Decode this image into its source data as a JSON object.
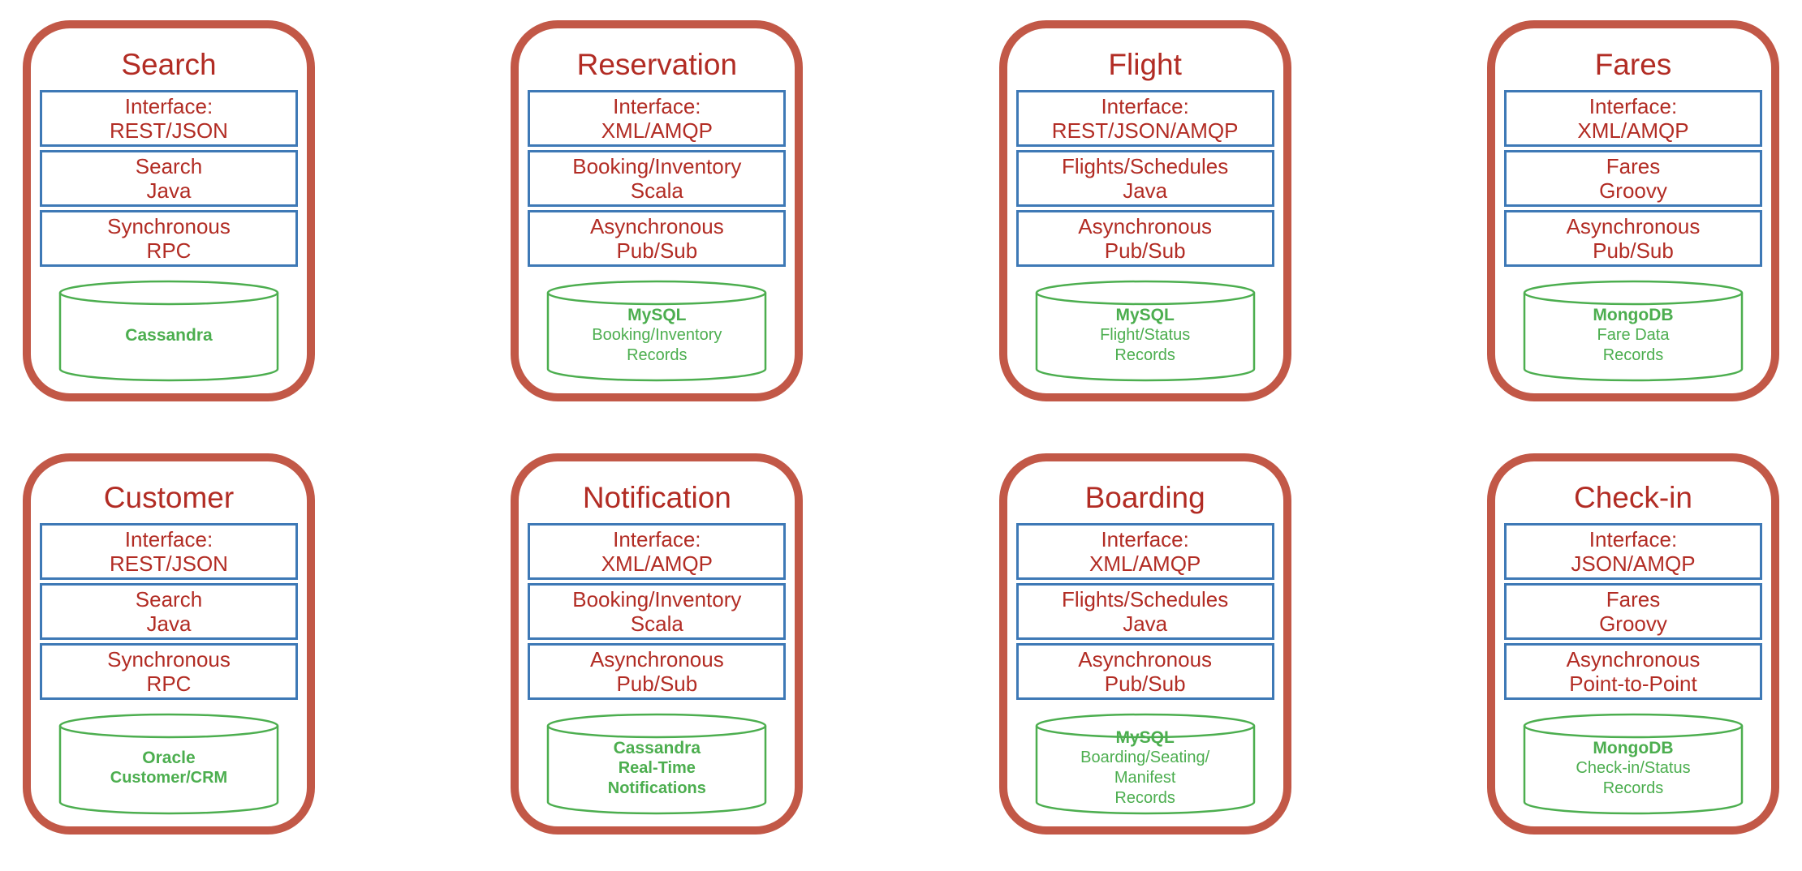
{
  "colors": {
    "card_border": "#C25847",
    "red_text": "#B22C24",
    "blue_box_border": "#3E79B6",
    "green_database": "#4CAE4F",
    "background": "#FFFFFF"
  },
  "cards": [
    {
      "title": "Search",
      "boxes": [
        {
          "line1": "Interface:",
          "line2": "REST/JSON"
        },
        {
          "line1": "Search",
          "line2": "Java"
        },
        {
          "line1": "Synchronous",
          "line2": "RPC"
        }
      ],
      "db": {
        "name": "Cassandra",
        "desc1": "",
        "desc2": "",
        "desc3": ""
      }
    },
    {
      "title": "Reservation",
      "boxes": [
        {
          "line1": "Interface:",
          "line2": "XML/AMQP"
        },
        {
          "line1": "Booking/Inventory",
          "line2": "Scala"
        },
        {
          "line1": "Asynchronous",
          "line2": "Pub/Sub"
        }
      ],
      "db": {
        "name": "MySQL",
        "desc1": "Booking/Inventory",
        "desc2": "Records",
        "desc3": ""
      }
    },
    {
      "title": "Flight",
      "boxes": [
        {
          "line1": "Interface:",
          "line2": "REST/JSON/AMQP"
        },
        {
          "line1": "Flights/Schedules",
          "line2": "Java"
        },
        {
          "line1": "Asynchronous",
          "line2": "Pub/Sub"
        }
      ],
      "db": {
        "name": "MySQL",
        "desc1": "Flight/Status",
        "desc2": "Records",
        "desc3": ""
      }
    },
    {
      "title": "Fares",
      "boxes": [
        {
          "line1": "Interface:",
          "line2": "XML/AMQP"
        },
        {
          "line1": "Fares",
          "line2": "Groovy"
        },
        {
          "line1": "Asynchronous",
          "line2": "Pub/Sub"
        }
      ],
      "db": {
        "name": "MongoDB",
        "desc1": "Fare Data",
        "desc2": "Records",
        "desc3": ""
      }
    },
    {
      "title": "Customer",
      "boxes": [
        {
          "line1": "Interface:",
          "line2": "REST/JSON"
        },
        {
          "line1": "Search",
          "line2": "Java"
        },
        {
          "line1": "Synchronous",
          "line2": "RPC"
        }
      ],
      "db": {
        "name": "Oracle",
        "desc1": "Customer/CRM",
        "desc2": "",
        "desc3": ""
      }
    },
    {
      "title": "Notification",
      "boxes": [
        {
          "line1": "Interface:",
          "line2": "XML/AMQP"
        },
        {
          "line1": "Booking/Inventory",
          "line2": "Scala"
        },
        {
          "line1": "Asynchronous",
          "line2": "Pub/Sub"
        }
      ],
      "db": {
        "name": "Cassandra",
        "desc1": "Real-Time",
        "desc2": "Notifications",
        "desc3": ""
      }
    },
    {
      "title": "Boarding",
      "boxes": [
        {
          "line1": "Interface:",
          "line2": "XML/AMQP"
        },
        {
          "line1": "Flights/Schedules",
          "line2": "Java"
        },
        {
          "line1": "Asynchronous",
          "line2": "Pub/Sub"
        }
      ],
      "db": {
        "name": "MySQL",
        "desc1": "Boarding/Seating/",
        "desc2": "Manifest",
        "desc3": "Records"
      }
    },
    {
      "title": "Check-in",
      "boxes": [
        {
          "line1": "Interface:",
          "line2": "JSON/AMQP"
        },
        {
          "line1": "Fares",
          "line2": "Groovy"
        },
        {
          "line1": "Asynchronous",
          "line2": "Point-to-Point"
        }
      ],
      "db": {
        "name": "MongoDB",
        "desc1": "Check-in/Status",
        "desc2": "Records",
        "desc3": ""
      }
    }
  ]
}
